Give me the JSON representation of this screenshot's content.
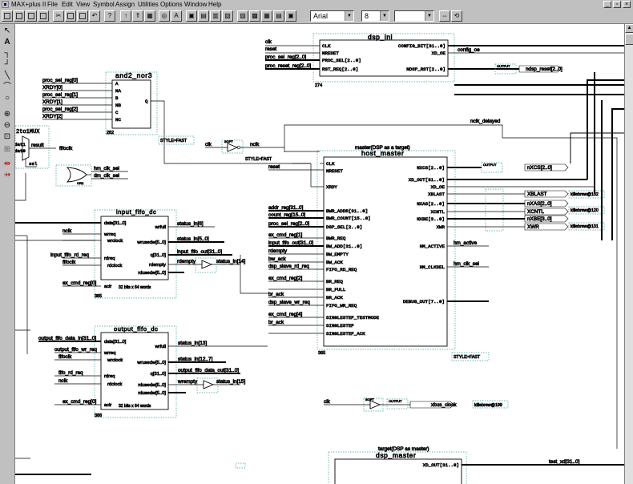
{
  "app": {
    "title": "MAX+plus II"
  },
  "menu": {
    "items": [
      "File",
      "Edit",
      "View",
      "Symbol",
      "Assign",
      "Utilities",
      "Options",
      "Window",
      "Help"
    ]
  },
  "toolbar": {
    "font": "Arial",
    "font_size": "8",
    "third_combo": ""
  },
  "dsp_ini": {
    "title": "dsp_ini",
    "number": "274",
    "left_ports": [
      "CLK",
      "NRESET",
      "PROC_SEL[2..0]",
      "RST_REQ[2..0]"
    ],
    "right_ports": [
      "CONFIG_BIT[31..0]",
      "XD_OE",
      "NDSP_RST[2..0]"
    ],
    "in_nets": [
      "clk",
      "reset",
      "proc_sel_reg[2..0]",
      "proc_reset_reg[2..0]"
    ],
    "out_net": "config_oe",
    "out_pin": "ndsp_reset[2..0]",
    "out_pin_tag": "OUTPUT"
  },
  "and2_nor3": {
    "title": "and2_nor3",
    "number": "262",
    "ports": [
      "A",
      "NA",
      "B",
      "NB",
      "C",
      "NC"
    ],
    "out_port": "Q",
    "in_nets": [
      "proc_sel_reg[0]",
      "XRDY[0]",
      "proc_sel_reg[1]",
      "XRDY[1]",
      "proc_sel_reg[2]",
      "XRDY[2]"
    ],
    "style": "STYLE=FAST"
  },
  "mux": {
    "title": "2to1MUX",
    "ports": [
      "dat1",
      "dat0",
      "sel",
      "result"
    ],
    "net": "fifoclk"
  },
  "or_gate": {
    "in_nets": [
      "hm_clk_sel",
      "dm_clk_sel"
    ],
    "tag": "OR2"
  },
  "not_gate": {
    "in_net": "clk",
    "out_net": "nclk",
    "style": "STYLE=FAST",
    "tag": "SOFT"
  },
  "nclk_delayed": "nclk_delayed",
  "host_master": {
    "title": "host_master",
    "caption": "master(DSP as a target)",
    "number": "365",
    "style": "STYLE=FAST",
    "left_ports": [
      "CLK",
      "NRESET",
      "XRDY",
      "BWR_ADDR[31..0]",
      "BWR_COUNT[15..0]",
      "DSP_SEL[2..0]",
      "BWR_REQ",
      "BW_ADD[31..0]",
      "BW_EMPTY",
      "BW_ACK",
      "FIFO_RD_REQ",
      "BR_REQ",
      "BR_FULL",
      "BR_ACK",
      "FIFO_WR_REQ",
      "SINGLESTEP_TESTMODE",
      "SINGLESTEP",
      "SINGLESTEP_ACK"
    ],
    "right_ports": [
      "NXCS[2..0]",
      "XD_OUT[31..0]",
      "XD_OE",
      "XBLAST",
      "NXAS[2..0]",
      "XCNTL",
      "NXBE[3..0]",
      "XWR",
      "HM_ACTIVE",
      "HM_CLKSEL",
      "DEBUG_OUT[7..0]"
    ],
    "in_nets": [
      "reset",
      "addr_reg[31..0]",
      "count_reg[15..0]",
      "proc_sel_reg[2..0]",
      "ex_cmd_reg[1]",
      "input_fifo_out[31..0]",
      "rdempty",
      "bw_ack",
      "dsp_slave_rd_req",
      "ex_cmd_reg[2]",
      "br_ack",
      "dsp_slave_wr_req",
      "ex_cmd_reg[4]",
      "br_ack"
    ],
    "out_nets": [
      "hm_active",
      "hm_clk_sel"
    ],
    "out_pins": [
      "nXCS[2..0]",
      "XBLAST",
      "nXAS[2..0]",
      "XCNTL",
      "nXBE[3..0]",
      "XWR"
    ],
    "pin_tags": [
      "killebrew@132",
      "killebrew@120",
      "killebrew@131"
    ],
    "pin_type": "OUTPUT"
  },
  "input_fifo": {
    "title": "input_fifo_dc",
    "number": "385",
    "footer": "32 bits x 64 words",
    "left_ports": [
      "data[31..0]",
      "wrreq",
      "wrclock",
      "rdreq",
      "rdclock",
      "aclr"
    ],
    "right_ports": [
      "wrfull",
      "wrusedw[5..0]",
      "q[31..0]",
      "rdempty",
      "rdusedw[5..0]"
    ],
    "in_nets": [
      "nclk",
      "input_fifo_rd_req",
      "fifoclk",
      "ex_cmd_reg[0]"
    ],
    "out_nets": [
      "status_in[6]",
      "status_in[5..0]",
      "input_fifo_out[31..0]",
      "rdempty",
      "status_in[14]"
    ]
  },
  "output_fifo": {
    "title": "output_fifo_dc",
    "number": "386",
    "footer": "32 bits x 64 words",
    "left_ports": [
      "data[31..0]",
      "wrreq",
      "wrclock",
      "rdreq",
      "rdclock",
      "aclr"
    ],
    "right_ports": [
      "wrfull",
      "wrusedw[5..0]",
      "q[31..0]",
      "rdusedw[5..0]",
      "wrempty",
      "rdusedw[5..0]"
    ],
    "in_nets": [
      "output_fifo_data_in[31..0]",
      "output_fifo_wr_req",
      "fifoclk",
      "fifo_rd_req",
      "nclk",
      "ex_cmd_reg[0]"
    ],
    "out_nets": [
      "status_in[13]",
      "status_in[12..7]",
      "output_fifo_data_out[31..0]",
      "wrempty",
      "status_in[15]"
    ]
  },
  "xbus_clock": {
    "in_net": "clk",
    "pin": "xbus_clock",
    "tag": "killebrew@199",
    "pin_type": "OUTPUT",
    "gate_tag": "SOFT"
  },
  "dsp_master": {
    "title": "dsp_master",
    "caption": "target(DSP as master)",
    "right_port": "XD_OUT[31..0]",
    "out_net": "test_xd[31..0]"
  }
}
